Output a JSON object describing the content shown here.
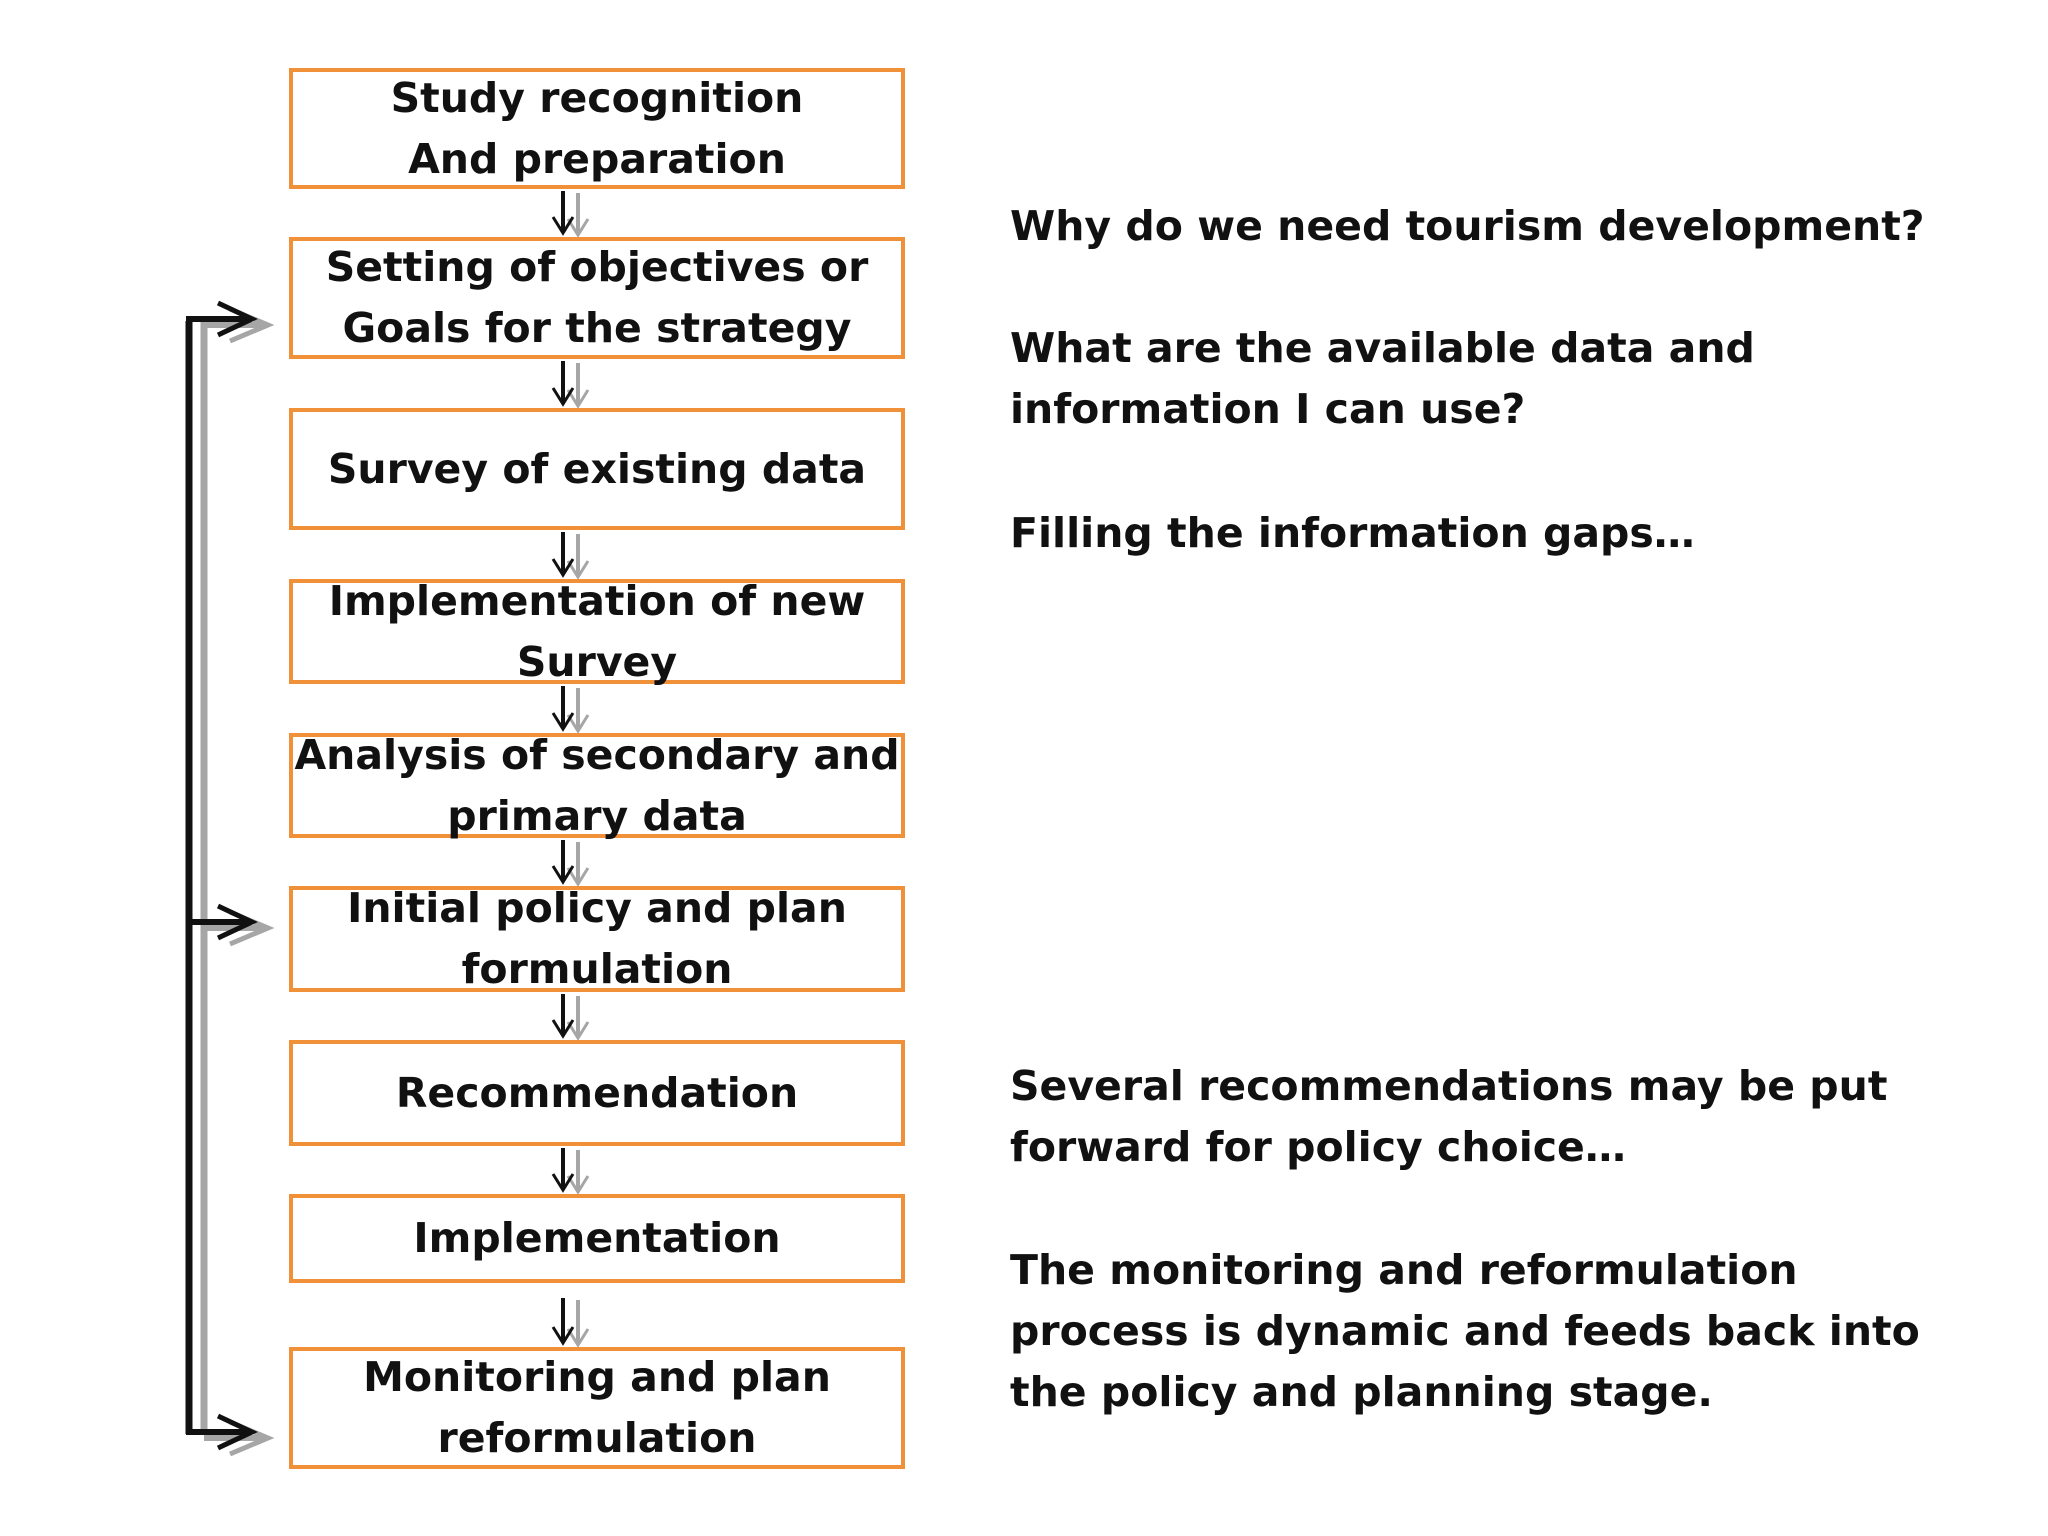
{
  "flow_steps": [
    {
      "label": "Study recognition\nAnd preparation"
    },
    {
      "label": "Setting of objectives or\nGoals for the strategy"
    },
    {
      "label": "Survey of existing data"
    },
    {
      "label": "Implementation of new\nSurvey"
    },
    {
      "label": "Analysis of secondary and\nprimary data"
    },
    {
      "label": "Initial policy and plan\nformulation"
    },
    {
      "label": "Recommendation"
    },
    {
      "label": "Implementation"
    },
    {
      "label": "Monitoring and plan\nreformulation"
    }
  ],
  "notes": {
    "why_need": "Why do we need tourism development?",
    "available_data": "What are the available data and\ninformation I can use?",
    "gaps": "Filling the information gaps…",
    "recommendations": "Several recommendations may be put\nforward for policy choice…",
    "monitoring": "The monitoring and reformulation\nprocess is dynamic and feeds back into\nthe policy and planning stage."
  },
  "colors": {
    "box_border": "#f0913a",
    "arrow_dark": "#111111",
    "arrow_shadow": "#a6a6a6"
  }
}
